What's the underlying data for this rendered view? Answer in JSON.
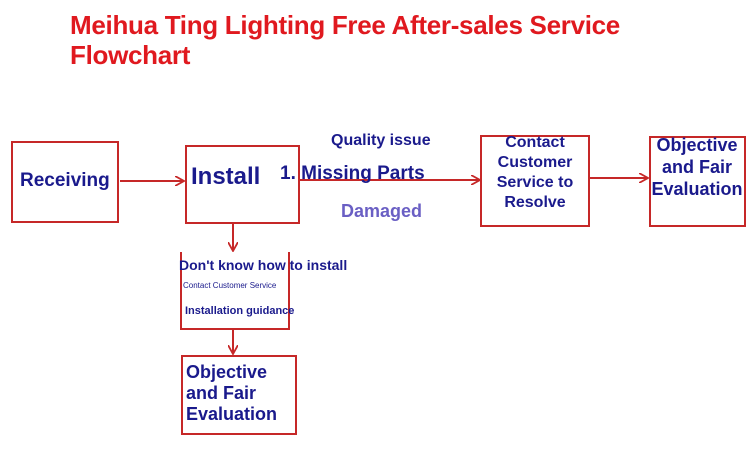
{
  "title": "Meihua Ting Lighting Free After-sales Service Flowchart",
  "nodes": {
    "receiving": "Receiving",
    "install": "Install",
    "contact_line1": "Contact",
    "contact_line2": "Customer",
    "contact_line3": "Service to",
    "contact_line4": "Resolve",
    "eval_right_line1": "Objective",
    "eval_right_line2": "and Fair",
    "eval_right_line3": "Evaluation",
    "eval_bottom_line1": "Objective",
    "eval_bottom_line2": "and Fair",
    "eval_bottom_line3": "Evaluation"
  },
  "labels": {
    "quality_issue": "Quality issue",
    "missing_parts": "1. Missing Parts",
    "damaged": "Damaged",
    "dont_know": "Don't know how to install",
    "contact_cs": "Contact Customer Service",
    "installation_guidance": "Installation guidance"
  },
  "colors": {
    "title": "#e0191f",
    "border": "#c62828",
    "text": "#1a1a8c",
    "damaged": "#6a5fc4"
  }
}
